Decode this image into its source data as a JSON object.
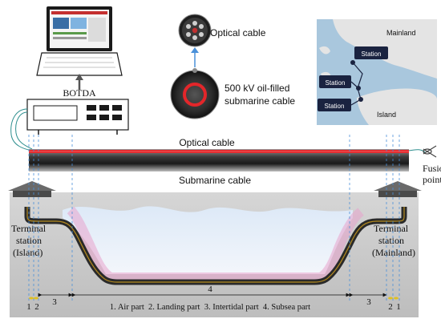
{
  "labels": {
    "botda": "BOTDA",
    "optical_cable_top": "Optical cable",
    "cable_desc_line1": "500 kV oil-filled",
    "cable_desc_line2": "submarine cable",
    "optical_cable_mid": "Optical cable",
    "submarine_cable": "Submarine cable",
    "fusion_line1": "Fusion",
    "fusion_line2": "point",
    "terminal_left_line1": "Terminal",
    "terminal_left_line2": "station",
    "terminal_left_line3": "(Island)",
    "terminal_right_line1": "Terminal",
    "terminal_right_line2": "station",
    "terminal_right_line3": "(Mainland)",
    "legend": "1. Air part  2. Landing part  3. Intertidal part  4. Subsea part"
  },
  "map": {
    "mainland": "Mainland",
    "island": "Island",
    "station_1": "Station",
    "station_2": "Station",
    "station_3": "Station"
  },
  "segments": {
    "left_1": "1",
    "left_2": "2",
    "left_3": "3",
    "subsea_4": "4",
    "right_3": "3",
    "right_2": "2",
    "right_1": "1"
  },
  "colors": {
    "seabed": "#c8c8c8",
    "water": "#cfe0f2",
    "cable_core": "#e3262a",
    "cable_body": "#2a2a2a",
    "map_sea": "#a9c7dd",
    "map_land": "#e6e6e6",
    "station_box": "#1a2340",
    "arrow": "#4a90d9"
  }
}
